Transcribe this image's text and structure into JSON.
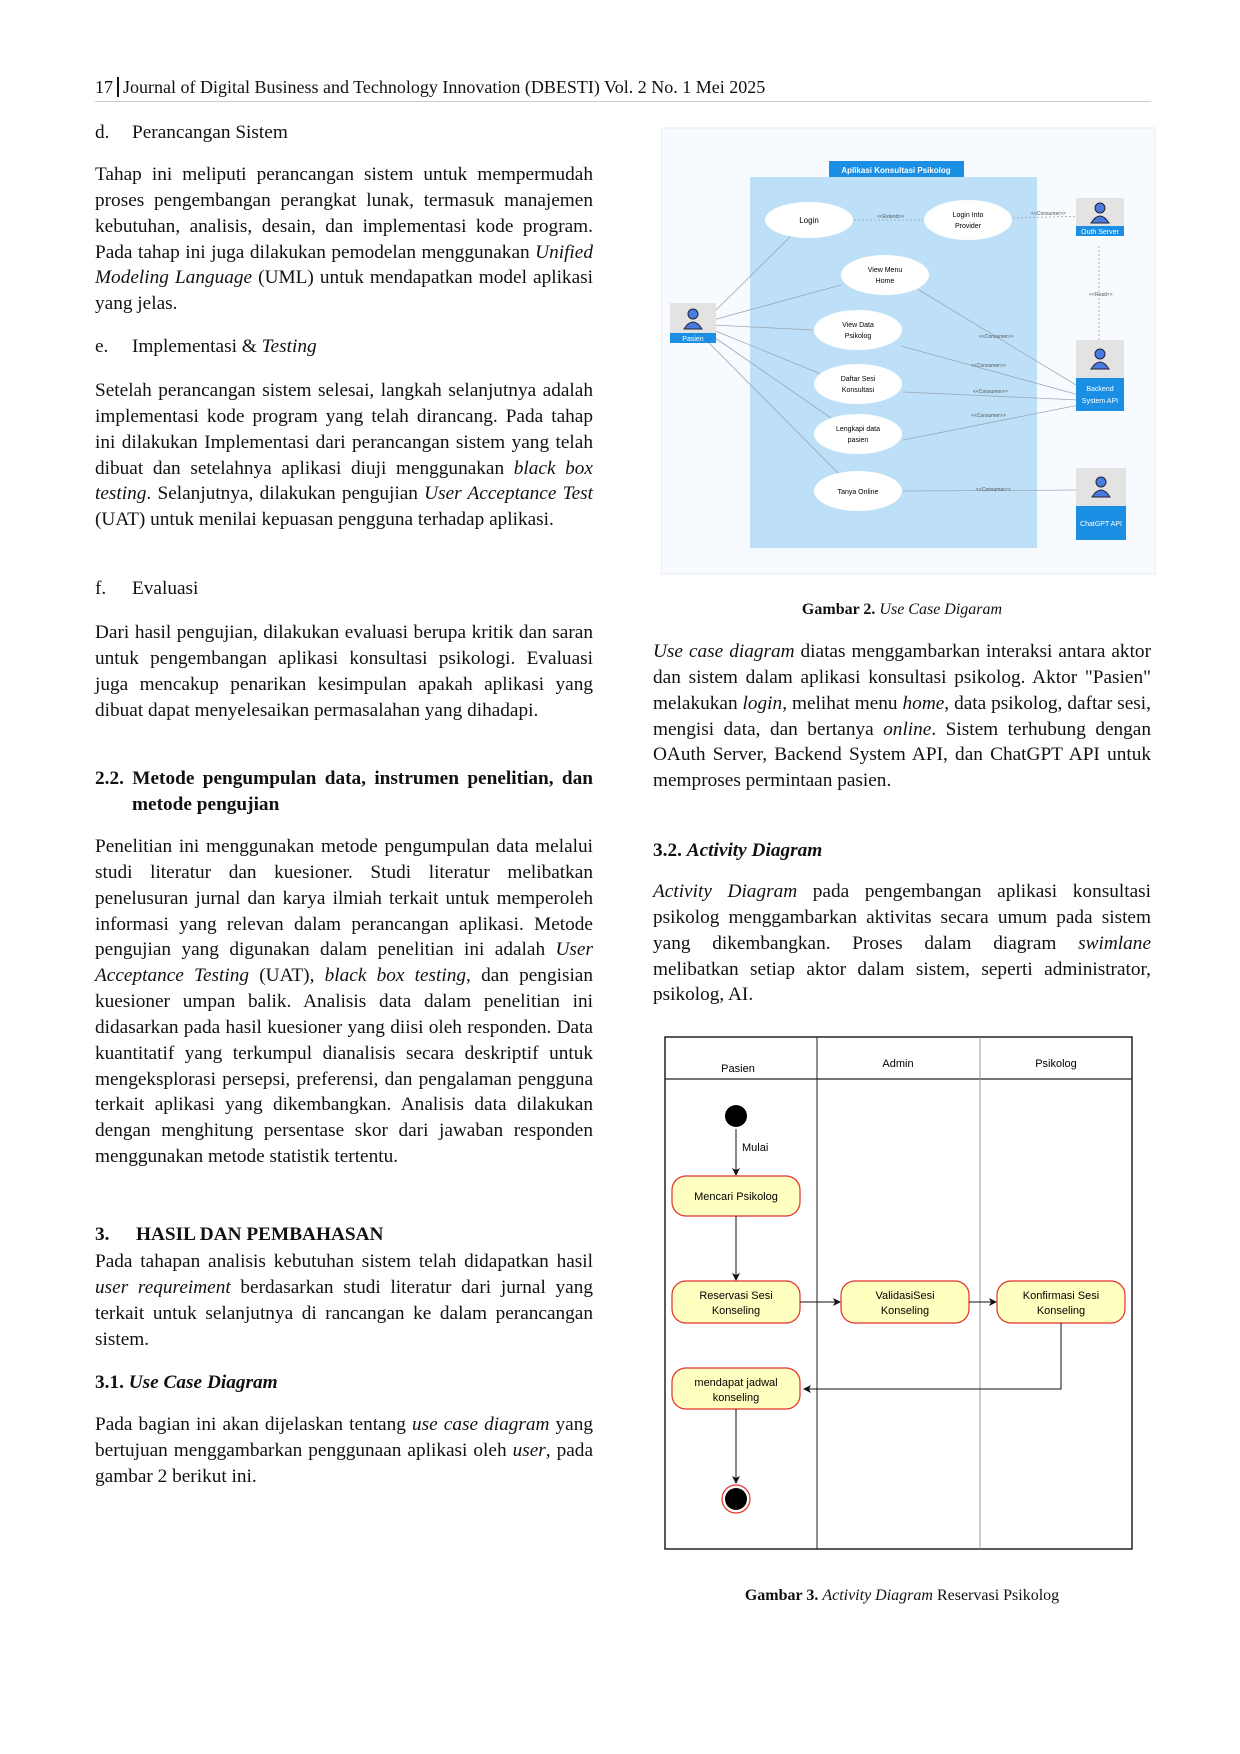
{
  "header": {
    "page_number": "17",
    "journal": "Journal of Digital Business and Technology Innovation (DBESTI) Vol. 2 No. 1 Mei 2025"
  },
  "left": {
    "d": {
      "marker": "d.",
      "title": "Perancangan Sistem",
      "para": [
        {
          "t": "Tahap ini meliputi perancangan sistem untuk mempermudah proses pengembangan perangkat lunak, termasuk manajemen kebutuhan, analisis, desain, dan implementasi kode program. Pada tahap ini juga dilakukan pemodelan menggunakan "
        },
        {
          "t": "Unified Modeling Language",
          "i": true
        },
        {
          "t": " (UML) untuk mendapatkan model aplikasi yang jelas."
        }
      ]
    },
    "e": {
      "marker": "e.",
      "title": [
        {
          "t": "Implementasi & "
        },
        {
          "t": "Testing",
          "i": true
        }
      ],
      "para": [
        {
          "t": "Setelah perancangan sistem selesai, langkah selanjutnya adalah implementasi kode program yang telah dirancang. Pada tahap ini dilakukan Implementasi dari perancangan sistem yang telah dibuat dan setelahnya aplikasi diuji menggunakan "
        },
        {
          "t": "black box testing",
          "i": true
        },
        {
          "t": ". Selanjutnya, dilakukan pengujian "
        },
        {
          "t": "User Acceptance Test",
          "i": true
        },
        {
          "t": " (UAT) untuk menilai kepuasan pengguna terhadap aplikasi."
        }
      ]
    },
    "f": {
      "marker": "f.",
      "title": "Evaluasi",
      "para": [
        {
          "t": "Dari hasil pengujian, dilakukan evaluasi berupa kritik dan saran untuk pengembangan aplikasi konsultasi psikologi. Evaluasi juga mencakup penarikan kesimpulan apakah aplikasi yang dibuat dapat menyelesaikan permasalahan yang dihadapi."
        }
      ]
    },
    "s22": {
      "number": "2.2.",
      "title": "Metode pengumpulan data, instrumen penelitian, dan metode pengujian",
      "para": [
        {
          "t": "Penelitian ini menggunakan metode pengumpulan data melalui studi literatur dan kuesioner. Studi literatur melibatkan penelusuran jurnal dan karya ilmiah terkait untuk memperoleh informasi yang relevan dalam perancangan aplikasi. Metode pengujian yang digunakan dalam penelitian ini adalah "
        },
        {
          "t": "User Acceptance Testing",
          "i": true
        },
        {
          "t": " (UAT), "
        },
        {
          "t": "black box testing",
          "i": true
        },
        {
          "t": ", dan pengisian kuesioner umpan balik. Analisis data dalam penelitian ini didasarkan pada hasil kuesioner yang diisi oleh responden. Data kuantitatif yang terkumpul dianalisis secara deskriptif untuk mengeksplorasi persepsi, preferensi, dan pengalaman pengguna terkait aplikasi yang dikembangkan. Analisis data dilakukan dengan menghitung persentase skor dari jawaban responden menggunakan metode statistik tertentu."
        }
      ]
    },
    "s3": {
      "number": "3.",
      "title": "HASIL DAN PEMBAHASAN",
      "para": [
        {
          "t": "Pada tahapan analisis kebutuhan sistem telah didapatkan hasil "
        },
        {
          "t": "user requreiment",
          "i": true
        },
        {
          "t": " berdasarkan studi literatur dari jurnal yang terkait untuk selanjutnya di rancangan ke dalam perancangan sistem."
        }
      ]
    },
    "s31": {
      "number": "3.1.",
      "title": "Use Case Diagram",
      "para": [
        {
          "t": "Pada bagian ini akan dijelaskan tentang "
        },
        {
          "t": "use case diagram",
          "i": true
        },
        {
          "t": " yang bertujuan menggambarkan penggunaan aplikasi oleh "
        },
        {
          "t": "user",
          "i": true
        },
        {
          "t": ", pada gambar 2 berikut ini."
        }
      ]
    }
  },
  "right": {
    "fig2": {
      "system_title": "Aplikasi Konsultasi Psikolog",
      "use_cases": [
        [
          "Login"
        ],
        [
          "Login Into",
          "Provider"
        ],
        [
          "View Menu",
          "Home"
        ],
        [
          "View Data",
          "Psikolog"
        ],
        [
          "Daftar Sesi",
          "Konsultasi"
        ],
        [
          "Lengkapi data",
          "pasien"
        ],
        [
          "Tanya Online"
        ]
      ],
      "actors": {
        "pasien": "Pasien",
        "oauth": "Outh Server",
        "backend": [
          "Backend",
          "System API"
        ],
        "chatgpt": "ChatGPT API"
      },
      "relations": {
        "extend": "<<Extend>>",
        "consumer": "<<Consumer>>",
        "read": "<<Read>>"
      },
      "colors": {
        "system_bg": "#bde0f8",
        "accent": "#1a8fe3",
        "actor_bg": "#e3e3e3",
        "actor_icon": "#4a7be0"
      },
      "caption_label": "Gambar 2.",
      "caption_title": "Use Case Digaram"
    },
    "p_usecase": [
      {
        "t": "Use case diagram",
        "i": true
      },
      {
        "t": " diatas menggambarkan interaksi antara aktor dan sistem dalam aplikasi konsultasi psikolog. Aktor \"Pasien\" melakukan "
      },
      {
        "t": "login",
        "i": true
      },
      {
        "t": ", melihat menu "
      },
      {
        "t": "home",
        "i": true
      },
      {
        "t": ", data psikolog, daftar sesi, mengisi data, dan bertanya "
      },
      {
        "t": "online",
        "i": true
      },
      {
        "t": ". Sistem terhubung dengan OAuth Server, Backend System API, dan ChatGPT API untuk memproses permintaan pasien."
      }
    ],
    "s32": {
      "number": "3.2.",
      "title": "Activity Diagram"
    },
    "p_activity": [
      {
        "t": "Activity Diagram",
        "i": true
      },
      {
        "t": " pada pengembangan aplikasi konsultasi psikolog menggambarkan aktivitas secara umum pada sistem yang dikembangkan. Proses dalam diagram "
      },
      {
        "t": "swimlane",
        "i": true
      },
      {
        "t": " melibatkan setiap aktor dalam sistem, seperti administrator, psikolog, AI."
      }
    ],
    "fig3": {
      "lanes": [
        "Pasien",
        "Admin",
        "Psikolog"
      ],
      "start_label": "Mulai",
      "activities": {
        "mencari": [
          "Mencari Psikolog"
        ],
        "reservasi": [
          "Reservasi Sesi",
          "Konseling"
        ],
        "validasi": [
          "ValidasiSesi",
          "Konseling"
        ],
        "konfirmasi": [
          "Konfirmasi Sesi",
          "Konseling"
        ],
        "jadwal": [
          "mendapat jadwal",
          "konseling"
        ]
      },
      "colors": {
        "activity_fill": "#ffffc0",
        "activity_stroke": "#e0302a"
      },
      "caption_label": "Gambar 3.",
      "caption_italic": "Activity Diagram",
      "caption_rest": " Reservasi Psikolog"
    }
  }
}
